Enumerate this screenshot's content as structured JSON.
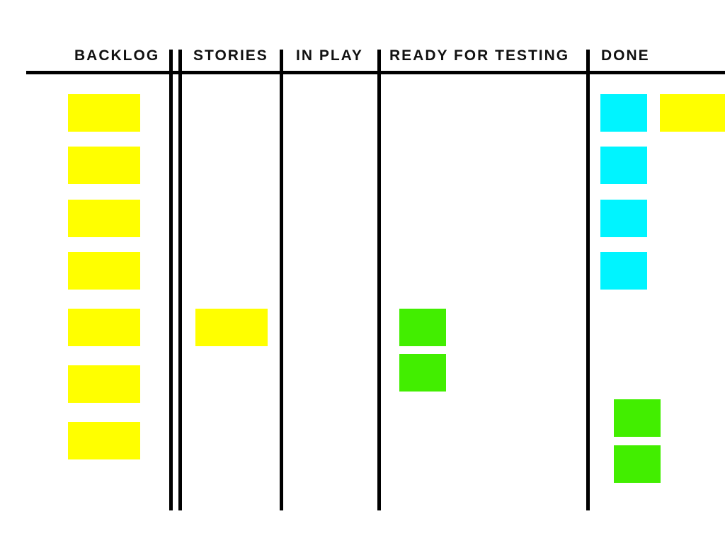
{
  "board": {
    "columns": [
      {
        "id": "backlog",
        "label": "BACKLOG"
      },
      {
        "id": "stories",
        "label": "STORIES"
      },
      {
        "id": "in-play",
        "label": "IN PLAY"
      },
      {
        "id": "ready-for-testing",
        "label": "READY FOR TESTING"
      },
      {
        "id": "done",
        "label": "DONE"
      }
    ],
    "colors": {
      "yellow": "#ffff00",
      "cyan": "#00f4ff",
      "green": "#42ee00",
      "line": "#000000",
      "text": "#111111"
    },
    "cards": {
      "backlog": [
        "yellow",
        "yellow",
        "yellow",
        "yellow",
        "yellow",
        "yellow",
        "yellow"
      ],
      "stories": [
        "yellow"
      ],
      "in_play": [],
      "ready_for_testing": [
        "green",
        "green"
      ],
      "done": [
        "cyan",
        "cyan",
        "cyan",
        "cyan",
        "green",
        "green",
        "yellow"
      ]
    }
  }
}
